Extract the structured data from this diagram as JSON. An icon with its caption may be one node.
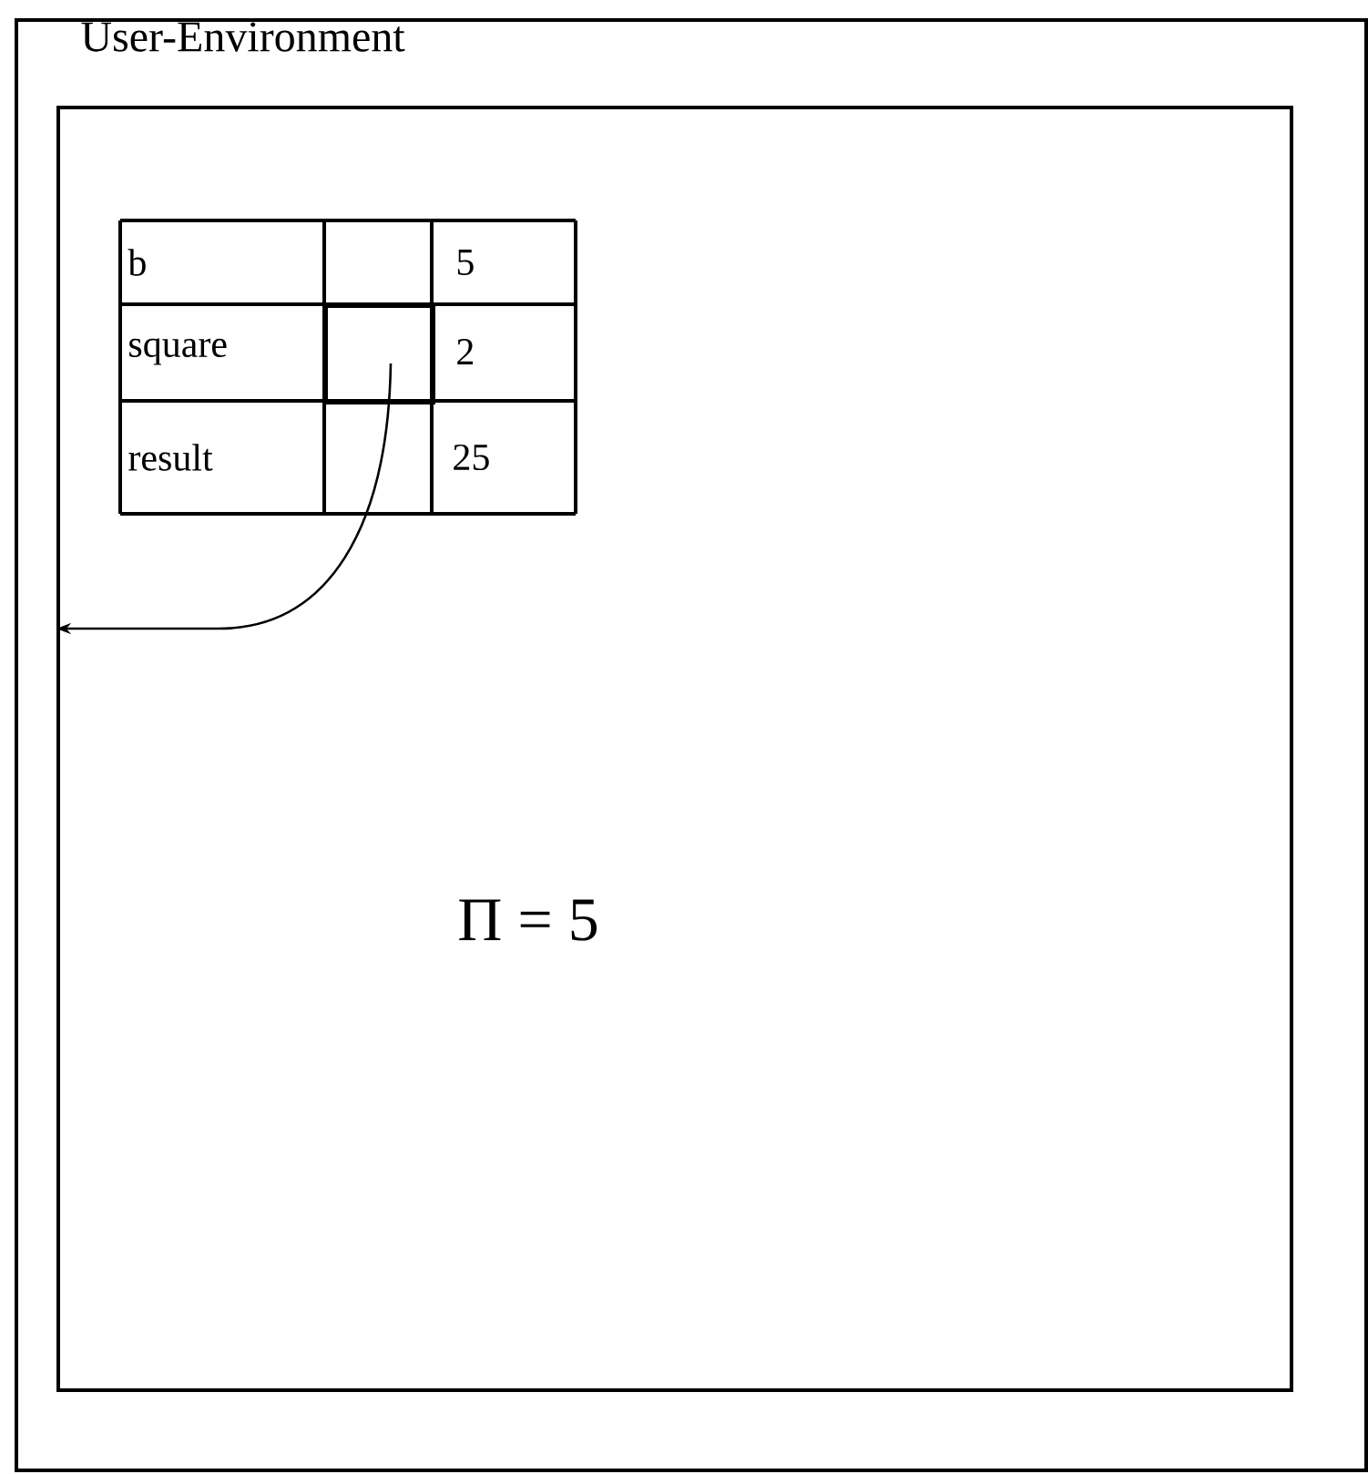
{
  "diagram": {
    "nodes": [
      {
        "text": [
          "User-Environment"
        ]
      },
      {
        "text": [],
        "shape": "box",
        "in": 0
      },
      {
        "text": [],
        "shape": "box",
        "in": 1
      }
    ],
    "edges": [
      {
        "from": 2,
        "to": 1,
        "arrow": "to"
      }
    ],
    "labels": [
      "b",
      "5",
      "square",
      "2",
      "result",
      "25",
      "Π = 5"
    ]
  }
}
